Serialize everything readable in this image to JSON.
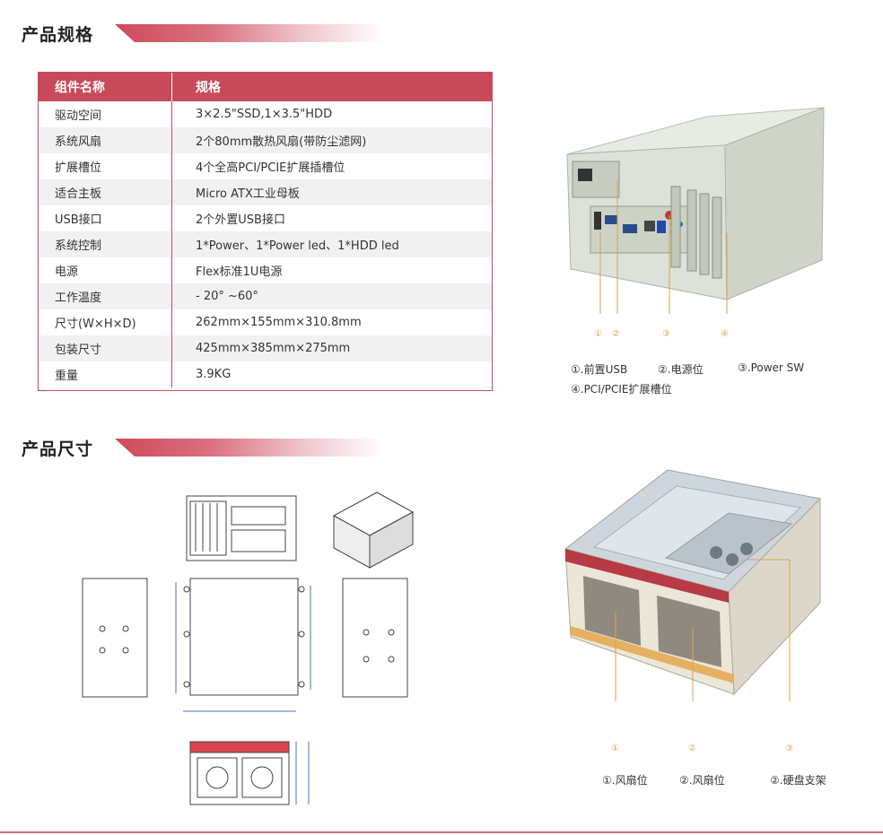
{
  "specs": {
    "title": "产品规格",
    "header": {
      "name": "组件名称",
      "spec": "规格"
    },
    "rows": [
      {
        "name": "驱动空间",
        "value": "3×2.5\"SSD,1×3.5\"HDD"
      },
      {
        "name": "系统风扇",
        "value": "2个80mm散热风扇(带防尘滤网)"
      },
      {
        "name": "扩展槽位",
        "value": "4个全高PCI/PCIE扩展插槽位"
      },
      {
        "name": "适合主板",
        "value": "Micro ATX工业母板"
      },
      {
        "name": "USB接口",
        "value": "2个外置USB接口"
      },
      {
        "name": "系统控制",
        "value": "1*Power、1*Power led、1*HDD led"
      },
      {
        "name": "电源",
        "value": "Flex标准1U电源"
      },
      {
        "name": "工作温度",
        "value": "- 20° ~60°"
      },
      {
        "name": "尺寸(W×H×D)",
        "value": "262mm×155mm×310.8mm"
      },
      {
        "name": "包装尺寸",
        "value": "425mm×385mm×275mm"
      },
      {
        "name": "重量",
        "value": "3.9KG"
      }
    ]
  },
  "rear_view": {
    "markers": [
      "①",
      "②",
      "③",
      "④"
    ],
    "legend": [
      "①.前置USB",
      "②.电源位",
      "③.Power SW",
      "④.PCI/PCIE扩展槽位"
    ]
  },
  "dimensions": {
    "title": "产品尺寸"
  },
  "front_view": {
    "markers": [
      "①",
      "②",
      "③"
    ],
    "legend": [
      "①.风扇位",
      "②.风扇位",
      "②.硬盘支架"
    ]
  }
}
